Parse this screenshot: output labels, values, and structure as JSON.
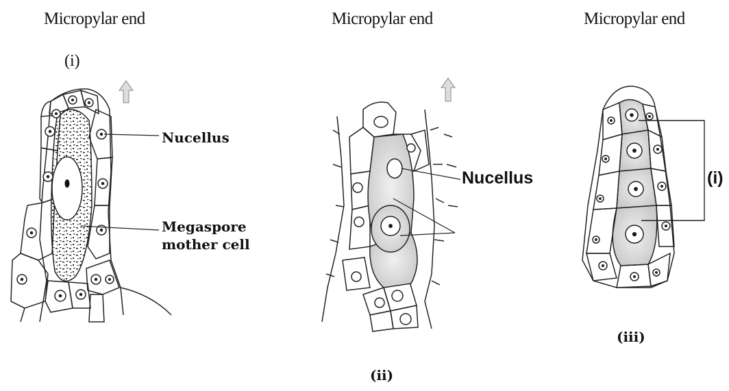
{
  "figure": {
    "panel_i": {
      "header": "Micropylar end",
      "roman_label": "(i)",
      "label_nucellus": "Nucellus",
      "label_mmc_line1": "Megaspore",
      "label_mmc_line2": "mother cell"
    },
    "panel_ii": {
      "header": "Micropylar end",
      "label_nucellus": "Nucellus",
      "roman_label": "(ii)"
    },
    "panel_iii": {
      "header": "Micropylar end",
      "bracket_label": "(i)",
      "roman_label": "(iii)"
    }
  }
}
